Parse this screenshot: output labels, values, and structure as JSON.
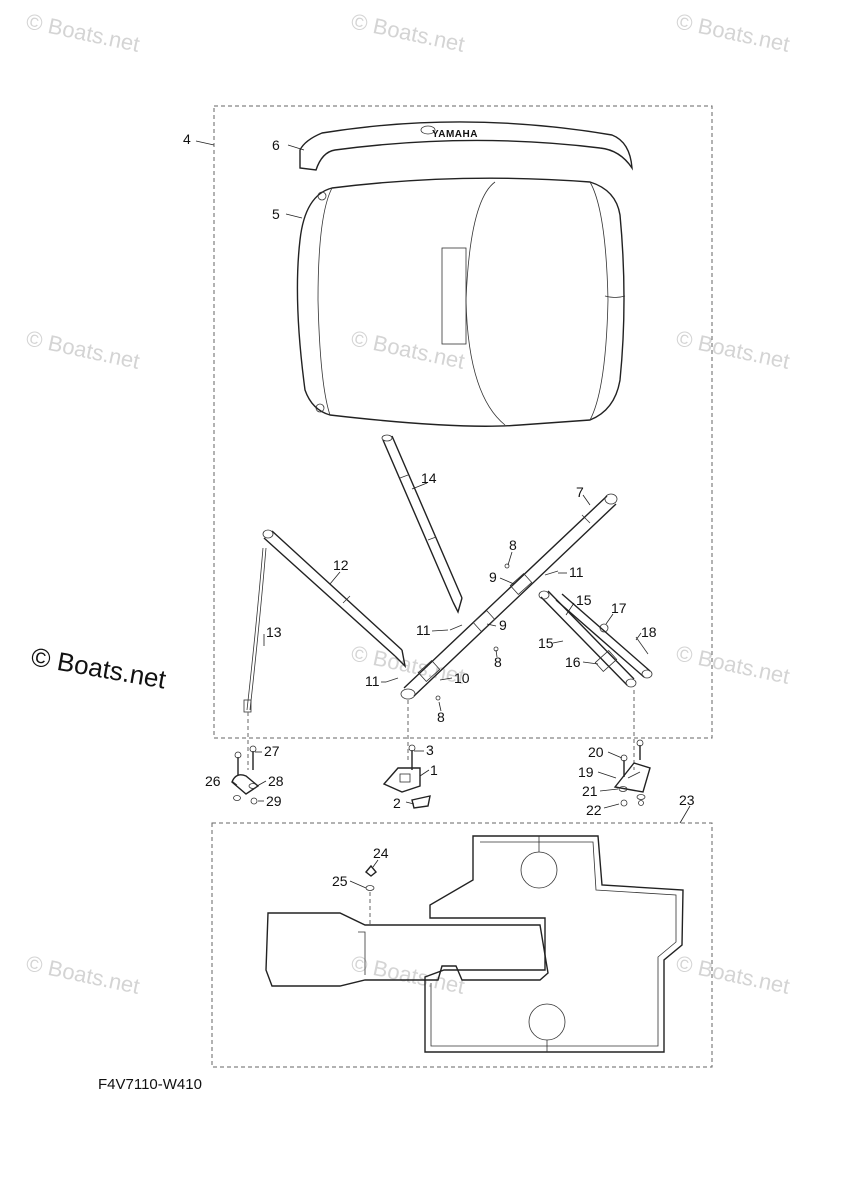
{
  "watermark": "© Boats.net",
  "brand_label": "YAMAHA",
  "diagram_code": "F4V7110-W410",
  "callouts": {
    "c1": "1",
    "c2": "2",
    "c3": "3",
    "c4": "4",
    "c5": "5",
    "c6": "6",
    "c7": "7",
    "c8a": "8",
    "c8b": "8",
    "c8c": "8",
    "c9a": "9",
    "c9b": "9",
    "c10": "10",
    "c11a": "11",
    "c11b": "11",
    "c11c": "11",
    "c12": "12",
    "c13": "13",
    "c14": "14",
    "c15a": "15",
    "c15b": "15",
    "c16": "16",
    "c17": "17",
    "c18": "18",
    "c19": "19",
    "c20": "20",
    "c21": "21",
    "c22": "22",
    "c23": "23",
    "c24": "24",
    "c25": "25",
    "c26": "26",
    "c27": "27",
    "c28": "28",
    "c29": "29"
  }
}
